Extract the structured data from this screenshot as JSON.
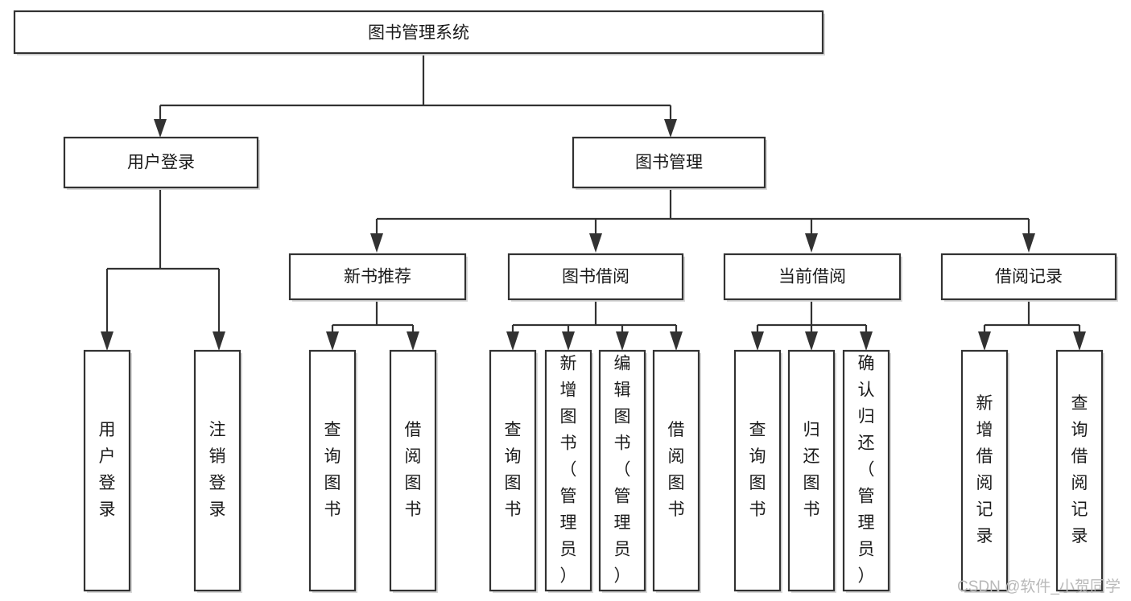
{
  "diagram": {
    "type": "hierarchy-tree",
    "title": "图书管理系统",
    "levels": 4,
    "orientation": "top-down",
    "line_color": "#323232",
    "box_fill": "#ffffff",
    "text_color": "#1a1a1a"
  },
  "root": {
    "label": "图书管理系统"
  },
  "level2": [
    {
      "label": "用户登录"
    },
    {
      "label": "图书管理"
    }
  ],
  "level3": [
    {
      "label": "新书推荐"
    },
    {
      "label": "图书借阅"
    },
    {
      "label": "当前借阅"
    },
    {
      "label": "借阅记录"
    }
  ],
  "leaves": {
    "user_login": [
      {
        "label": "用户登录"
      },
      {
        "label": "注销登录"
      }
    ],
    "new_book_recommend": [
      {
        "label": "查询图书"
      },
      {
        "label": "借阅图书"
      }
    ],
    "book_borrow": [
      {
        "label": "查询图书"
      },
      {
        "label": "新增图书（管理员）"
      },
      {
        "label": "编辑图书（管理员）"
      },
      {
        "label": "借阅图书"
      }
    ],
    "current_borrow": [
      {
        "label": "查询图书"
      },
      {
        "label": "归还图书"
      },
      {
        "label": "确认归还（管理员）"
      }
    ],
    "borrow_record": [
      {
        "label": "新增借阅记录"
      },
      {
        "label": "查询借阅记录"
      }
    ]
  },
  "watermark": {
    "text": "CSDN @软件_小贺同学"
  }
}
